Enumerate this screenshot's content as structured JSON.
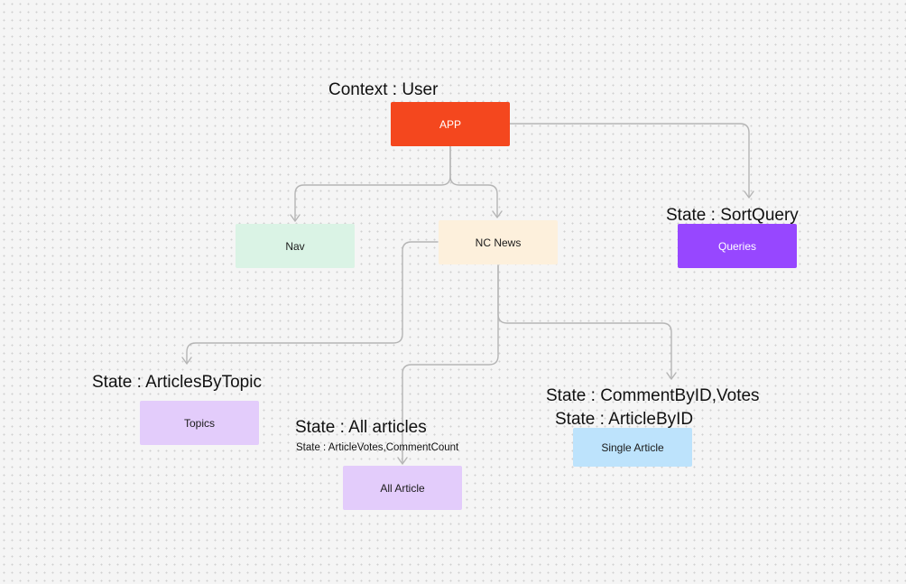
{
  "colors": {
    "app": "#f4471e",
    "nav": "#daf3e5",
    "ncnews": "#fdf0dc",
    "queries": "#9747ff",
    "topics": "#e3ccfb",
    "all_article": "#e3ccfb",
    "single_article": "#bde3fc",
    "connector": "#b5b5b5"
  },
  "nodes": {
    "app": "APP",
    "nav": "Nav",
    "ncnews": "NC News",
    "queries": "Queries",
    "topics": "Topics",
    "all_article": "All Article",
    "single_article": "Single Article"
  },
  "labels": {
    "context_user": "Context : User",
    "state_sortquery": "State : SortQuery",
    "state_articles_by_topic": "State : ArticlesByTopic",
    "state_all_articles": "State : All articles",
    "state_article_votes": "State : ArticleVotes,CommentCount",
    "state_comment_votes": "State : CommentByID,Votes",
    "state_article_by_id": "State : ArticleByID"
  }
}
